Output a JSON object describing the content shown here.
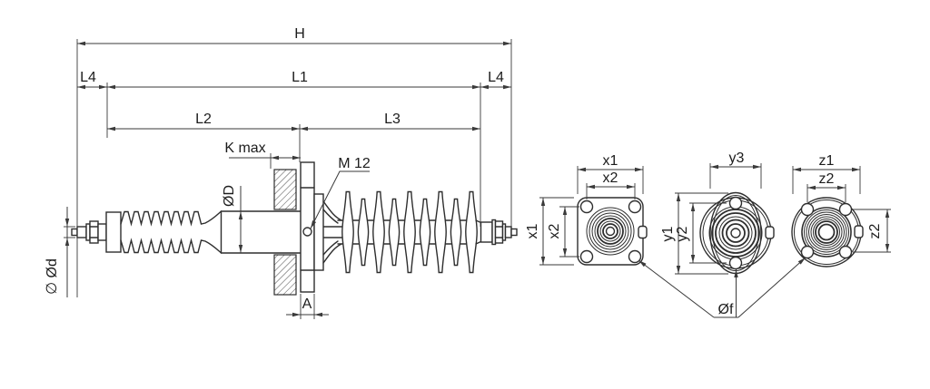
{
  "side_view": {
    "dimensions": {
      "h": "H",
      "l4_left": "L4",
      "l1": "L1",
      "l4_right": "L4",
      "l2": "L2",
      "l3": "L3",
      "k_max": "K max",
      "thread": "M 12",
      "core_diameter": "ØD",
      "stud_diameter": "∅ Ød",
      "flange_thickness": "A"
    }
  },
  "end_views": {
    "square_flange": {
      "x1": "x1",
      "x2": "x2"
    },
    "two_hole_flange": {
      "y1": "y1",
      "y2": "y2",
      "y3": "y3"
    },
    "round_flange": {
      "z1": "z1",
      "z2": "z2"
    },
    "bolt_hole_diameter": "Øf"
  },
  "colors": {
    "line": "#2e2e2e",
    "dimension": "#3a3a3a",
    "hatch": "#4a4a4a",
    "background": "#ffffff"
  }
}
